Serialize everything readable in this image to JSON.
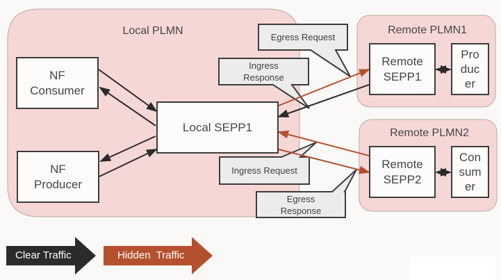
{
  "local_plmn": {
    "title": "Local PLMN",
    "nf_consumer": "NF\nConsumer",
    "nf_producer": "NF\nProducer",
    "local_sepp": "Local SEPP1"
  },
  "remote_plmn1": {
    "title": "Remote PLMN1",
    "sepp": "Remote\nSEPP1",
    "peer": "Pro\nduc\ner"
  },
  "remote_plmn2": {
    "title": "Remote PLMN2",
    "sepp": "Remote\nSEPP2",
    "peer": "Con\nsum\ner"
  },
  "callouts": {
    "egress_request": "Egress Request",
    "ingress_response": "Ingress\nResponse",
    "ingress_request": "Ingress Request",
    "egress_response": "Egress\nResponse"
  },
  "legend": {
    "clear_traffic": "Clear Traffic",
    "hidden_traffic": "Hidden  Traffic"
  },
  "colors": {
    "clear": "#2b2b2b",
    "hidden": "#b5502e",
    "plmn_fill": "#f5d8d6",
    "callout_fill": "#ececec"
  }
}
